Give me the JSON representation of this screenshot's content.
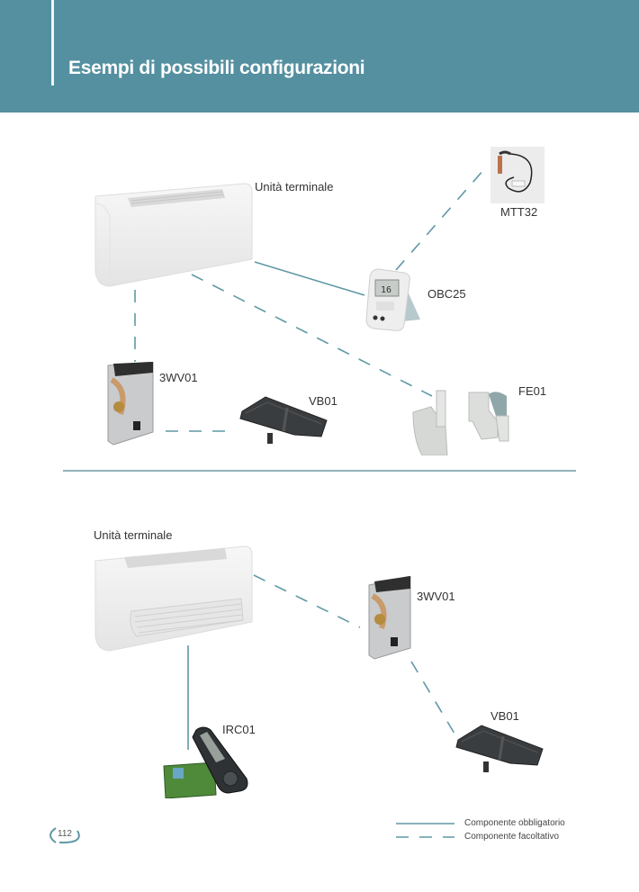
{
  "header": {
    "title": "Esempi di possibili configurazioni",
    "background_color": "#5490a0"
  },
  "config1": {
    "terminal_unit_label": "Unità terminale",
    "components": [
      {
        "code": "MTT32",
        "type": "optional"
      },
      {
        "code": "OBC25",
        "type": "mandatory"
      },
      {
        "code": "3WV01",
        "type": "optional"
      },
      {
        "code": "VB01",
        "type": "optional"
      },
      {
        "code": "FE01",
        "type": "optional"
      }
    ]
  },
  "config2": {
    "terminal_unit_label": "Unità terminale",
    "components": [
      {
        "code": "3WV01",
        "type": "optional"
      },
      {
        "code": "VB01",
        "type": "optional"
      },
      {
        "code": "IRC01",
        "type": "mandatory"
      }
    ]
  },
  "legend": {
    "mandatory": "Componente obbligatorio",
    "optional": "Componente facoltativo",
    "line_color": "#5f98a6"
  },
  "page_number": "112"
}
